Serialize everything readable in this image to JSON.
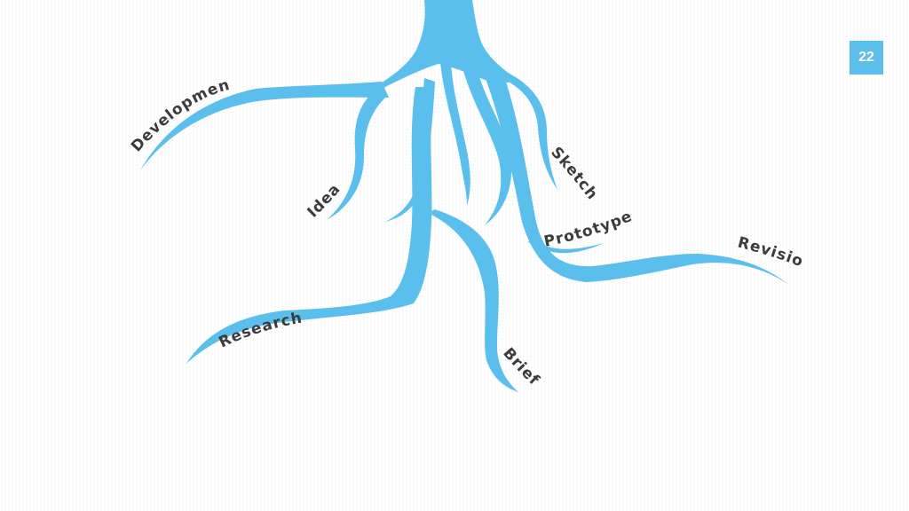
{
  "colors": {
    "root": "#5bbfed",
    "label": "#3c3c3c",
    "badge": "#5bbfed"
  },
  "page_number": "22",
  "branches": {
    "development": "Development",
    "idea": "Idea",
    "research": "Research",
    "brief": "Brief",
    "sketch": "Sketch",
    "prototype": "Prototype",
    "revision": "Revision"
  }
}
